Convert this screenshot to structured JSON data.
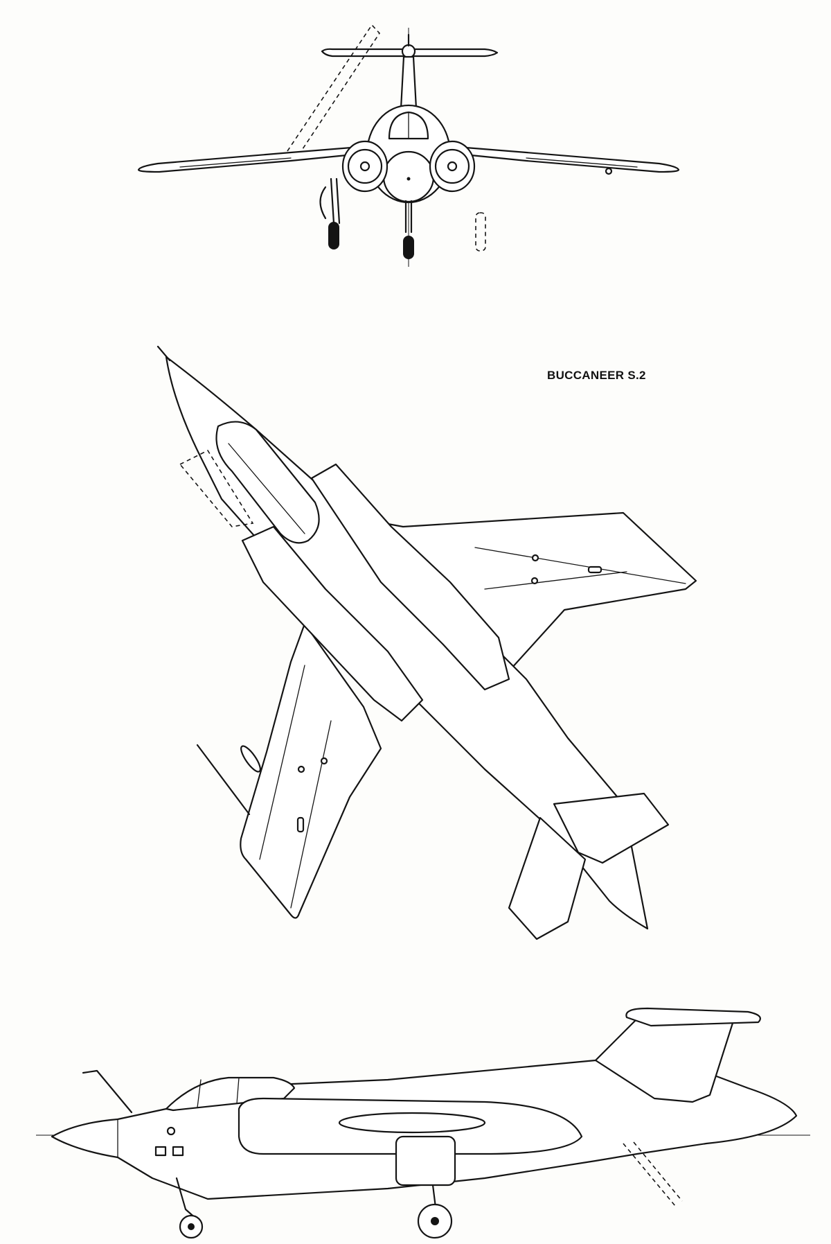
{
  "drawing": {
    "title": "BUCCANEER S.2",
    "views": [
      "front-view",
      "plan-view",
      "side-view"
    ]
  }
}
